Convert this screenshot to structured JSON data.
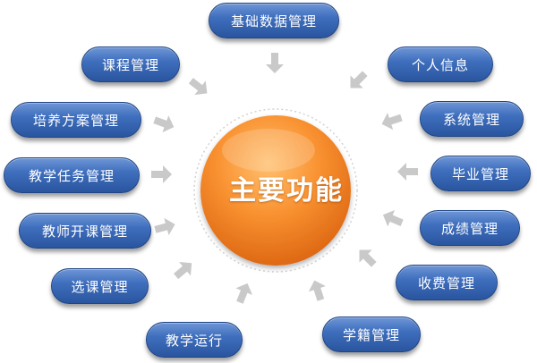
{
  "center": {
    "label": "主要功能"
  },
  "modules": [
    "基础数据管理",
    "个人信息",
    "系统管理",
    "毕业管理",
    "成绩管理",
    "收费管理",
    "学籍管理",
    "教学运行",
    "选课管理",
    "教师开课管理",
    "教学任务管理",
    "培养方案管理",
    "课程管理"
  ],
  "colors": {
    "pill_top": "#6f96d6",
    "pill_bottom": "#2a559f",
    "center_light": "#ffc070",
    "center_dark": "#d9600e",
    "arrow": "#c9c9c9",
    "ring": "#d2d2d2"
  }
}
